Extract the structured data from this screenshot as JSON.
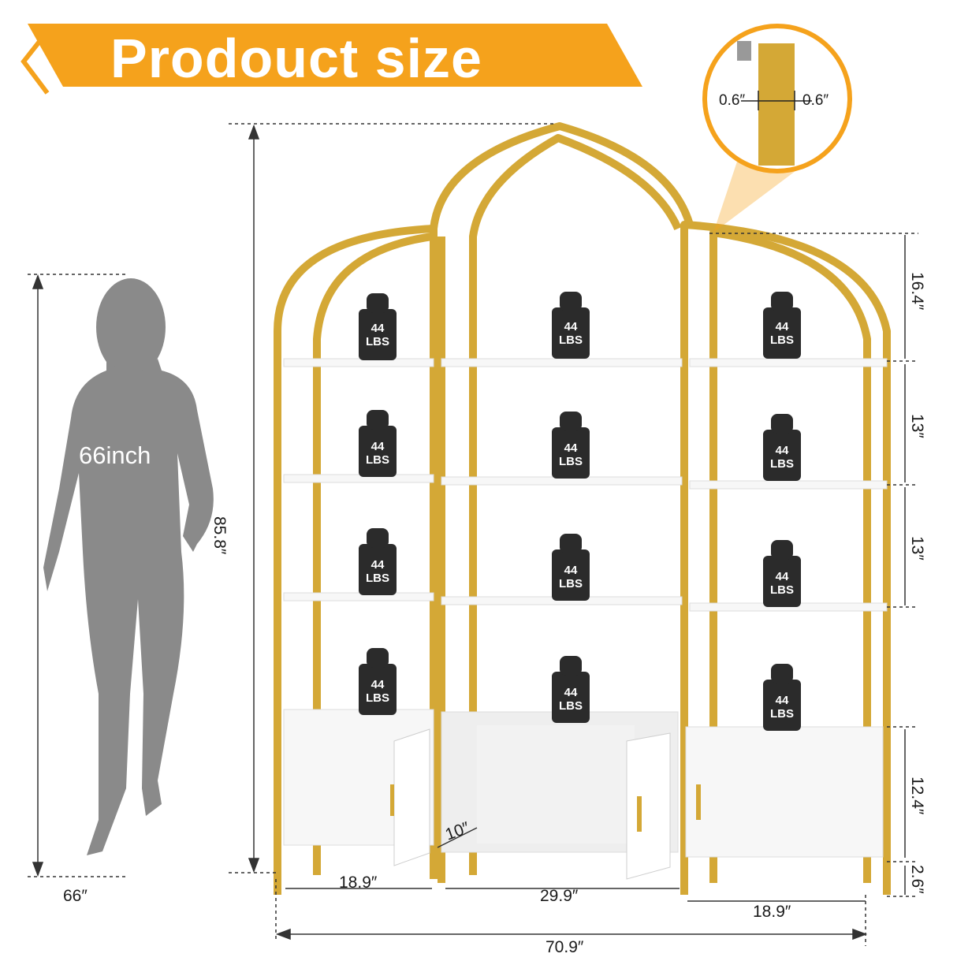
{
  "banner": {
    "title": "Prodouct size",
    "color": "#f5a21c"
  },
  "person": {
    "height_label": "66inch",
    "height_dim": "66″"
  },
  "detail": {
    "left_label": "0.6″",
    "right_label": "0.6″"
  },
  "dimensions": {
    "total_height": "85.8″",
    "top_arch": "16.4″",
    "shelf_gap_1": "13″",
    "shelf_gap_2": "13″",
    "cabinet_height": "12.4″",
    "leg_height": "2.6″",
    "depth": "10″",
    "left_width": "18.9″",
    "middle_width": "29.9″",
    "right_width": "18.9″",
    "total_width": "70.9″"
  },
  "weights": {
    "value": "44",
    "unit": "LBS"
  },
  "colors": {
    "gold": "#d4a836",
    "shelf": "#f7f7f7",
    "weight": "#2b2b2b",
    "silhouette": "#8a8a8a"
  }
}
